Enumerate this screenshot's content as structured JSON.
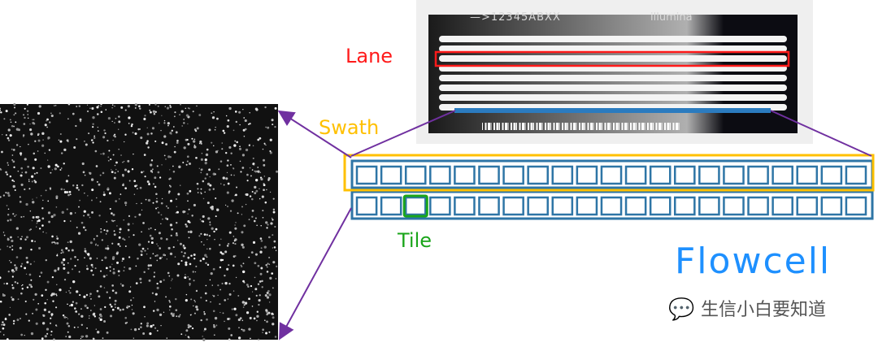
{
  "labels": {
    "lane": "Lane",
    "swath": "Swath",
    "tile": "Tile"
  },
  "flowcell": {
    "serial": "—>12345ABXX",
    "brand": "illumina",
    "lane_count": 8,
    "highlighted_lane": 3
  },
  "tiles": {
    "rows": 2,
    "per_row": 21,
    "highlighted_row": 2,
    "highlighted_tile": 3
  },
  "watermark": {
    "title": "Flowcell",
    "account": "生信小白要知道",
    "icon": "wechat-icon"
  },
  "colors": {
    "lane": "#ff1a1a",
    "swath": "#ffc000",
    "tile": "#1aa51a",
    "tile_border": "#2e75a6",
    "arrow": "#7030a0"
  }
}
